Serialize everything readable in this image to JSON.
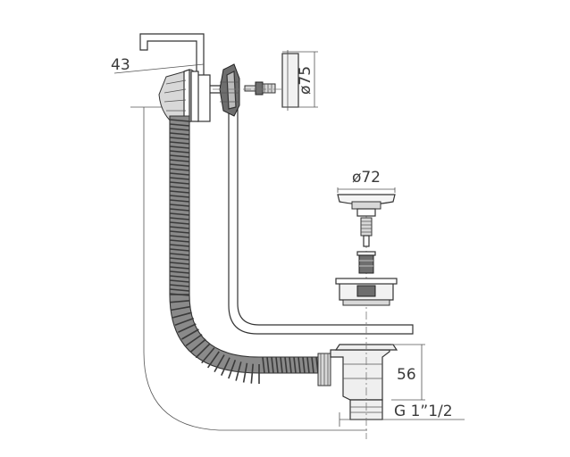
{
  "dimensions": {
    "overflow_depth": "43",
    "overflow_plate_diameter": "ø75",
    "plug_cap_diameter": "ø72",
    "waste_height": "56",
    "outlet_thread": "G 1”1/2"
  },
  "colors": {
    "line": "#333333",
    "hose_fill": "#8a8a8a",
    "hose_rib": "#3a3a3a",
    "metal": "#d8d8d8",
    "metal_dark": "#6e6e6e"
  }
}
